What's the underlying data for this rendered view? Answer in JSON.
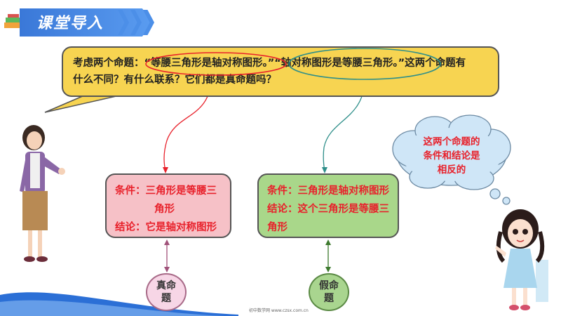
{
  "header": {
    "title": "课堂导入"
  },
  "bubble": {
    "text_line1": "考虑两个命题：“等腰三角形是轴对称图形。”“轴对称图形是等腰三角形。”这两个命题有",
    "text_line2": "什么不同？有什么联系？它们都是真命题吗？"
  },
  "left_box": {
    "condition_a": "条件：三角形是等腰三",
    "condition_b": "角形",
    "conclusion": "结论：它是轴对称图形"
  },
  "right_box": {
    "condition": "条件：三角形是轴对称图形",
    "conclusion_a": "结论：这个三角形是等腰三",
    "conclusion_b": "角形"
  },
  "left_result": {
    "line1": "真命",
    "line2": "题"
  },
  "right_result": {
    "line1": "假命",
    "line2": "题"
  },
  "cloud": {
    "line1": "这两个命题的",
    "line2": "条件和结论是",
    "line3": "相反的"
  },
  "footer": {
    "text": "初中数学网 www.czsx.com.cn"
  },
  "colors": {
    "accent_red": "#e8212b",
    "bubble_yellow": "#f7d451",
    "left_pink": "#f6c1c7",
    "right_green": "#a9d78a",
    "banner_blue": "#3a78d8"
  }
}
